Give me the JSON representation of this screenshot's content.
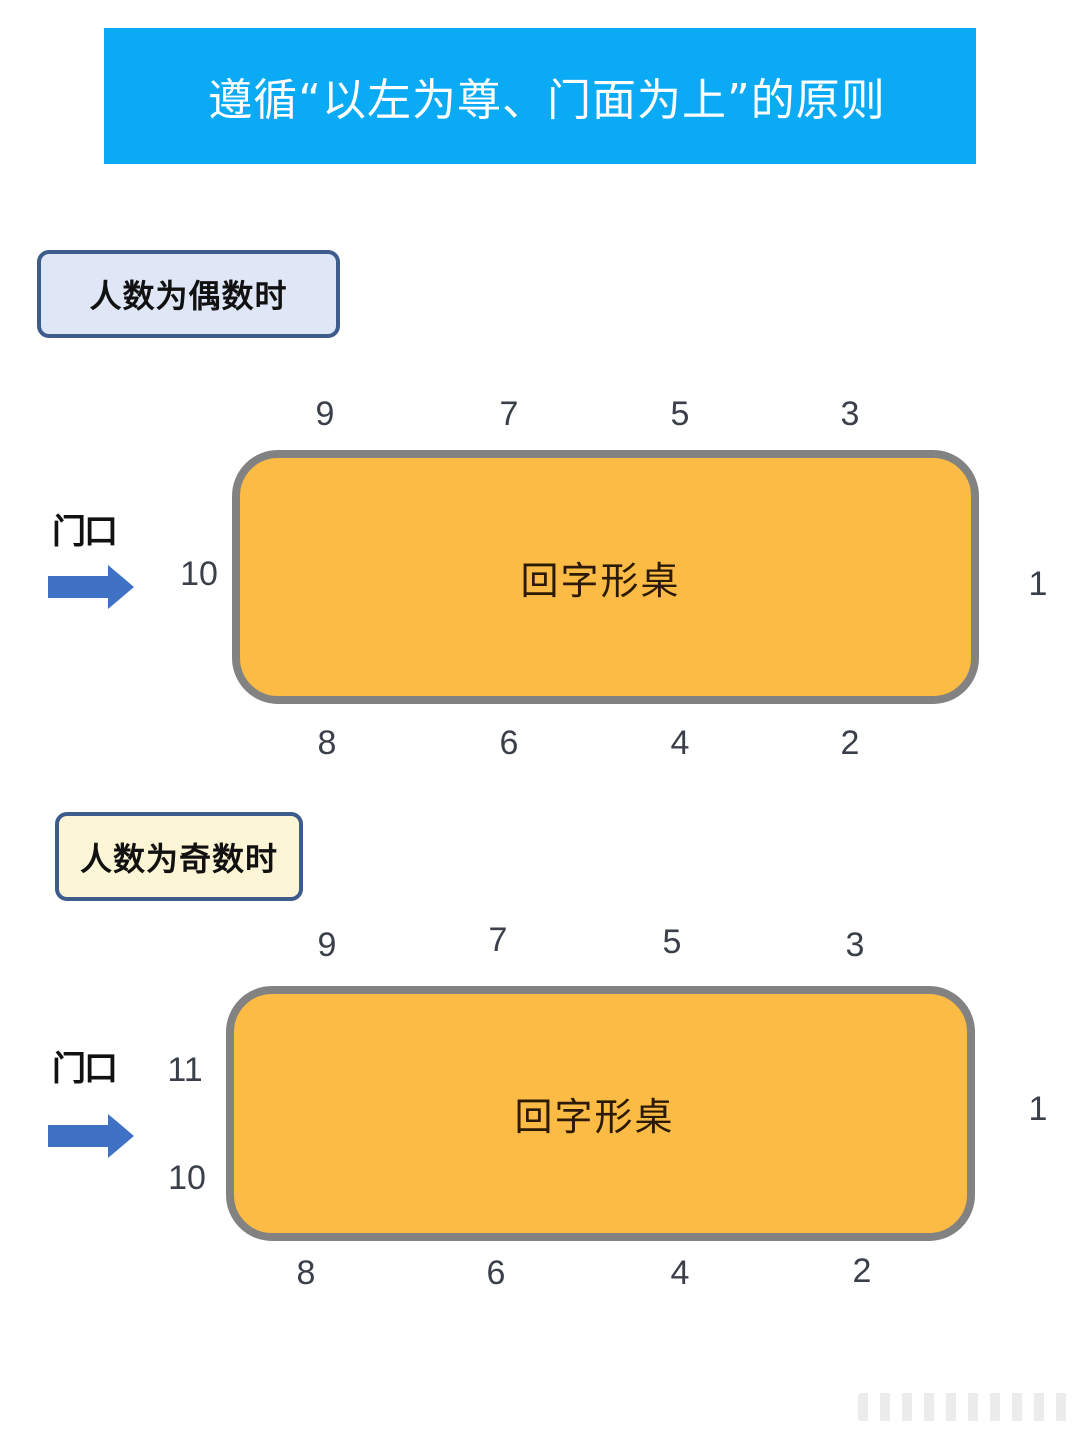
{
  "banner": {
    "title": "遵循“以左为尊、门面为上”的原则",
    "background_color": "#0aaaf5"
  },
  "sections": [
    {
      "label": "人数为偶数时",
      "label_background": "#dfe7f7",
      "door_label": "门口",
      "door_arrow_icon": "right-arrow-icon",
      "table_label": "回字形桌",
      "table_color": "#fcbb45",
      "seats_top": [
        "9",
        "7",
        "5",
        "3"
      ],
      "seats_bottom": [
        "8",
        "6",
        "4",
        "2"
      ],
      "seats_left": [
        "10"
      ],
      "seats_right": [
        "1"
      ]
    },
    {
      "label": "人数为奇数时",
      "label_background": "#fdf6d6",
      "door_label": "门口",
      "door_arrow_icon": "right-arrow-icon",
      "table_label": "回字形桌",
      "table_color": "#fcbb45",
      "seats_top": [
        "9",
        "7",
        "5",
        "3"
      ],
      "seats_bottom": [
        "8",
        "6",
        "4",
        "2"
      ],
      "seats_left": [
        "11",
        "10"
      ],
      "seats_right": [
        "1"
      ]
    }
  ]
}
